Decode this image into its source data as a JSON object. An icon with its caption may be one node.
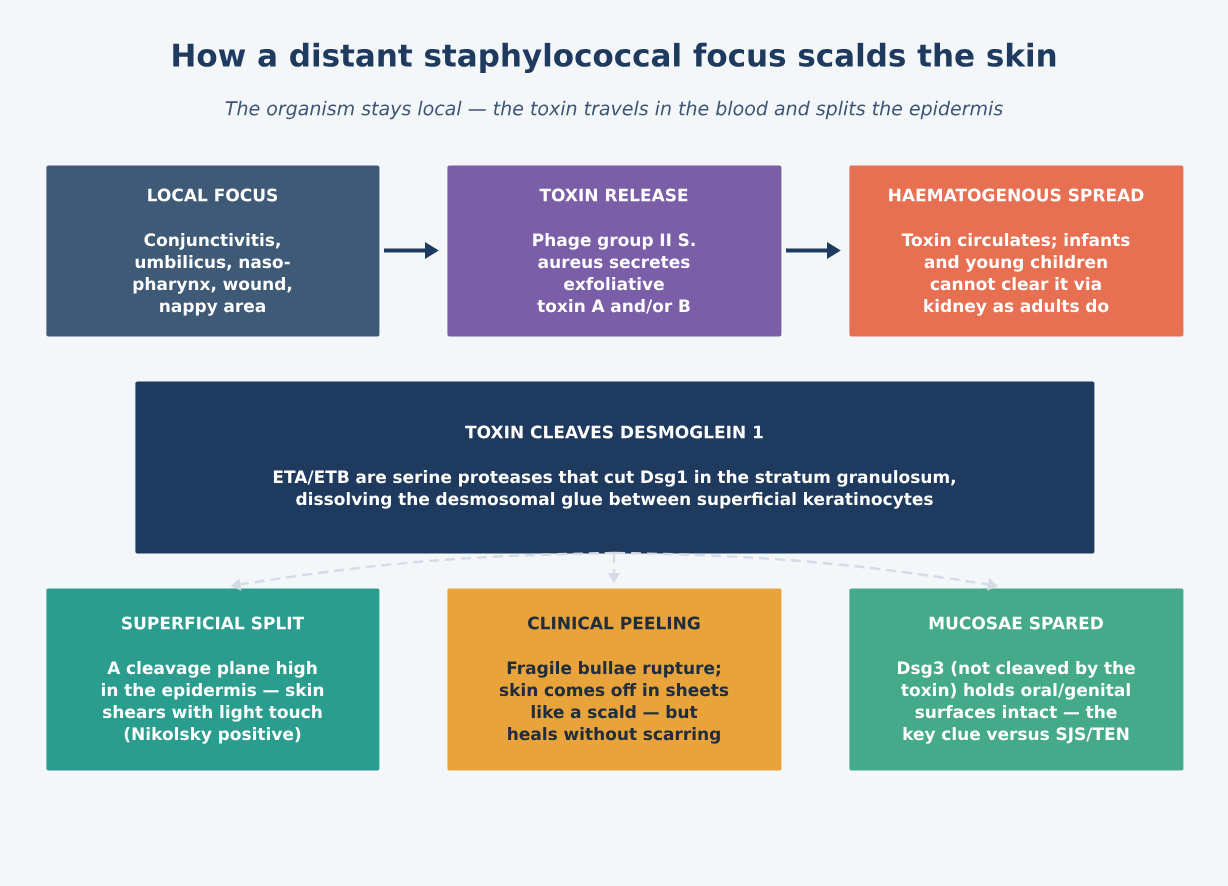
{
  "diagram": {
    "title": "How a distant staphylococcal focus scalds the skin",
    "caption": "The organism stays local — the toxin travels in the blood and splits the epidermis",
    "nodes": [
      {
        "text": [
          "LOCAL FOCUS",
          "Conjunctivitis, umbilicus, naso-pharynx, wound, nappy area"
        ]
      },
      {
        "text": [
          "TOXIN RELEASE",
          "Phage group II S. aureus secretes exfoliative toxin A and/or B"
        ]
      },
      {
        "text": [
          "HAEMATOGENOUS SPREAD",
          "Toxin circulates; infants and young children cannot clear it via kidney as adults do"
        ]
      },
      {
        "text": [
          "TOXIN CLEAVES DESMOGLEIN 1",
          "ETA/ETB are serine proteases that cut Dsg1 in the stratum granulosum, dissolving the desmosomal glue between superficial keratinocytes"
        ]
      },
      {
        "text": [
          "SUPERFICIAL SPLIT",
          "A cleavage plane high in the epidermis — skin shears with light touch (Nikolsky positive)"
        ]
      },
      {
        "text": [
          "CLINICAL PEELING",
          "Fragile bullae rupture; skin comes off in sheets like a scald — but heals without scarring"
        ]
      },
      {
        "text": [
          "MUCOSAE SPARED",
          "Dsg3 (not cleaved by the toxin) holds oral/genital surfaces intact — the key clue versus SJS/TEN"
        ]
      }
    ],
    "edges": [
      {
        "from": 0,
        "to": 1,
        "arrow": "to",
        "color": "#1f3a5f"
      },
      {
        "from": 1,
        "to": 2,
        "arrow": "to",
        "color": "#1f3a5f"
      },
      {
        "from": 3,
        "to": 4,
        "arrow": "to",
        "style": "dashed"
      },
      {
        "from": 3,
        "to": 5,
        "arrow": "to",
        "style": "dashed"
      },
      {
        "from": 3,
        "to": 6,
        "arrow": "to",
        "style": "dashed"
      }
    ]
  }
}
